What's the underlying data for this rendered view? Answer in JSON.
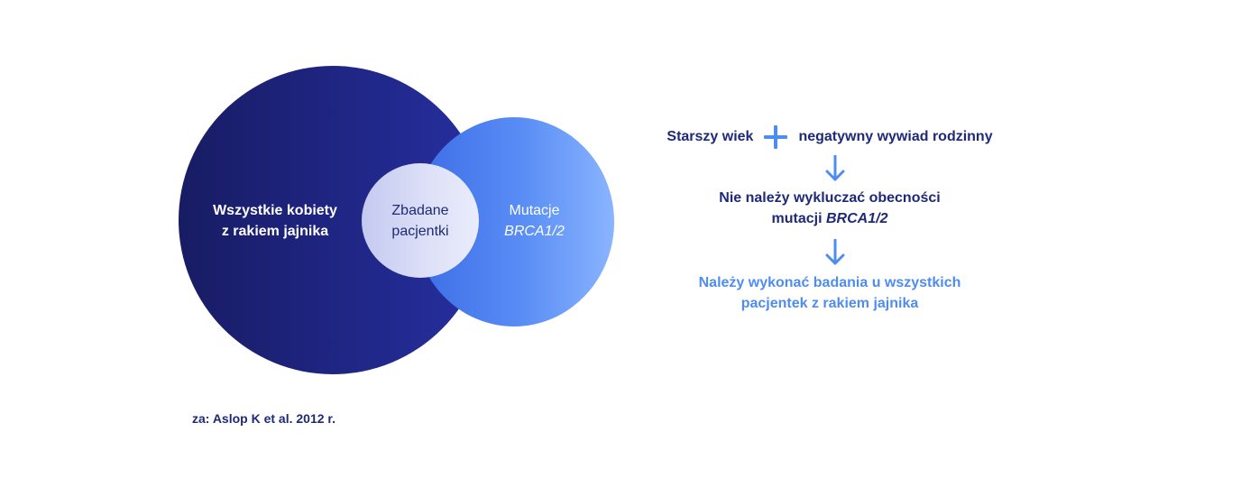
{
  "venn": {
    "large_line1": "Wszystkie kobiety",
    "large_line2": "z rakiem jajnika",
    "small_line1": "Zbadane",
    "small_line2": "pacjentki",
    "medium_line1": "Mutacje",
    "medium_line2": "BRCA1/2"
  },
  "flow": {
    "left_text": "Starszy wiek",
    "right_text": "negatywny wywiad rodzinny",
    "step2_line1": "Nie należy wykluczać obecności",
    "step2_line2_prefix": "mutacji",
    "step2_line2_italic": "BRCA1/2",
    "step3_line1": "Należy wykonać badania u wszystkich",
    "step3_line2": "pacjentek z rakiem jajnika"
  },
  "citation": "za: Aslop K et al. 2012 r.",
  "colors": {
    "dark_navy": "#1e2a78",
    "accent_blue": "#4f8cf0"
  },
  "icons": {
    "plus": "plus-icon",
    "arrow": "arrow-down-icon"
  }
}
